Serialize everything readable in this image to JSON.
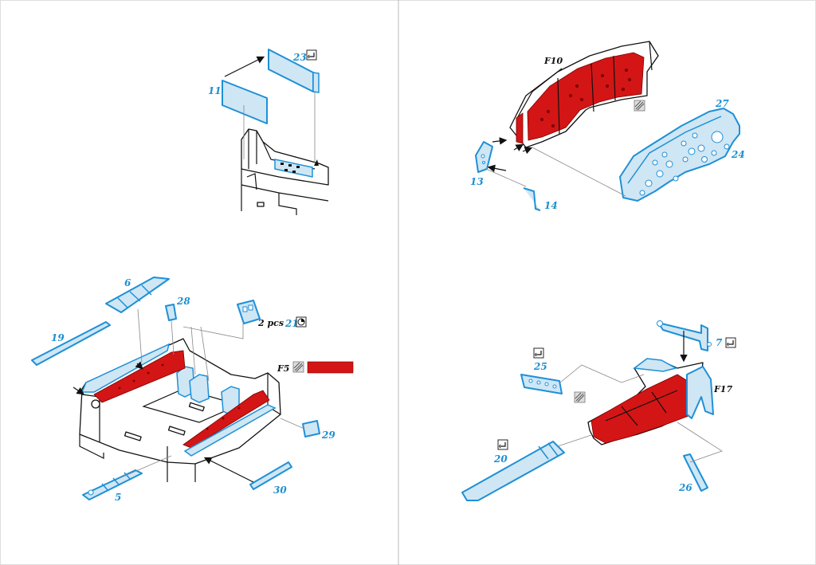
{
  "panels": {
    "top_left": {
      "labels": {
        "part_11": "11",
        "part_23": "23"
      }
    },
    "top_right": {
      "labels": {
        "f10": "F10",
        "part_27": "27",
        "part_24": "24",
        "part_13": "13",
        "part_14": "14"
      }
    },
    "bottom_left": {
      "labels": {
        "part_6": "6",
        "part_28": "28",
        "part_19": "19",
        "part_21": "21",
        "qty": "2 pcs",
        "f5": "F5",
        "part_29": "29",
        "part_30": "30",
        "part_5": "5"
      }
    },
    "bottom_right": {
      "labels": {
        "part_7": "7",
        "part_25": "25",
        "f17": "F17",
        "part_20": "20",
        "part_26": "26"
      }
    }
  },
  "colors": {
    "photo_etch": "#1e90d6",
    "photo_etch_fill": "#cfe6f5",
    "paint_red": "#d41515",
    "divider": "#bbbbbb"
  },
  "icons": [
    "fold-icon",
    "spray-paint-icon",
    "rotate-icon"
  ]
}
